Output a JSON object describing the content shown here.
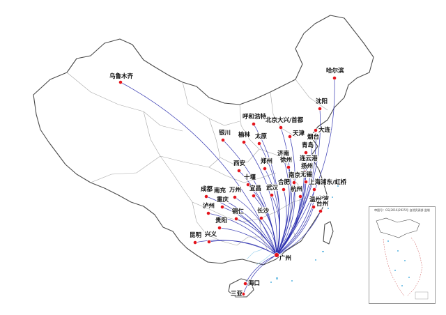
{
  "map": {
    "hub": "广州",
    "cities": [
      {
        "id": "urumqi",
        "label": "乌鲁木齐"
      },
      {
        "id": "harbin",
        "label": "哈尔滨"
      },
      {
        "id": "shenyang",
        "label": "沈阳"
      },
      {
        "id": "hohhot",
        "label": "呼和浩特"
      },
      {
        "id": "beijing",
        "label": "北京大兴/首都"
      },
      {
        "id": "dalian",
        "label": "大连"
      },
      {
        "id": "tianjin",
        "label": "天津"
      },
      {
        "id": "yantai",
        "label": "烟台"
      },
      {
        "id": "yinchuan",
        "label": "银川"
      },
      {
        "id": "yulin",
        "label": "榆林"
      },
      {
        "id": "taiyuan",
        "label": "太原"
      },
      {
        "id": "qingdao",
        "label": "青岛"
      },
      {
        "id": "jinan",
        "label": "济南"
      },
      {
        "id": "xian",
        "label": "西安"
      },
      {
        "id": "zhengzhou",
        "label": "郑州"
      },
      {
        "id": "xuzhou",
        "label": "徐州"
      },
      {
        "id": "lianyungang",
        "label": "连云港"
      },
      {
        "id": "yangzhou",
        "label": "扬州"
      },
      {
        "id": "nanjing",
        "label": "南京"
      },
      {
        "id": "shiyan",
        "label": "十堰"
      },
      {
        "id": "hefei",
        "label": "合肥"
      },
      {
        "id": "wuxi",
        "label": "无锡"
      },
      {
        "id": "shanghai",
        "label": "上海浦东/虹桥"
      },
      {
        "id": "chengdu",
        "label": "成都"
      },
      {
        "id": "nanchong",
        "label": "南充"
      },
      {
        "id": "wanzhou",
        "label": "万州"
      },
      {
        "id": "yichang",
        "label": "宜昌"
      },
      {
        "id": "wuhan",
        "label": "武汉"
      },
      {
        "id": "hangzhou",
        "label": "杭州"
      },
      {
        "id": "ningbo",
        "label": "宁波"
      },
      {
        "id": "wenzhou",
        "label": "温州"
      },
      {
        "id": "chongqing",
        "label": "重庆"
      },
      {
        "id": "luzhou",
        "label": "泸州"
      },
      {
        "id": "tongren",
        "label": "铜仁"
      },
      {
        "id": "changsha",
        "label": "长沙"
      },
      {
        "id": "taizhou",
        "label": "台州"
      },
      {
        "id": "guiyang",
        "label": "贵阳"
      },
      {
        "id": "kunming",
        "label": "昆明"
      },
      {
        "id": "xingyi",
        "label": "兴义"
      },
      {
        "id": "guangzhou",
        "label": "广州"
      },
      {
        "id": "haikou",
        "label": "海口"
      },
      {
        "id": "sanya",
        "label": "三亚"
      }
    ]
  },
  "inset": {
    "title": "审图号：GS(2016)2925号 自然资源部 监制"
  },
  "colors": {
    "route": "#2b2fae",
    "city_dot": "#e4141c",
    "border": "#4a4a4a",
    "province_border": "#a7a7a7",
    "sea_islands": "#7fc6e8"
  }
}
